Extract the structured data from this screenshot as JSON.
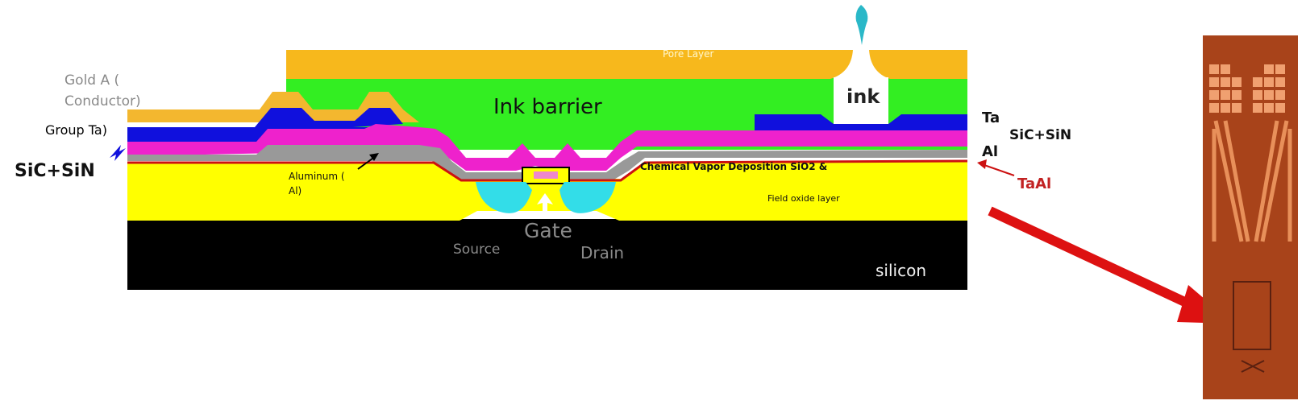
{
  "labels": {
    "gold_a": "Gold A (",
    "conductor": "Conductor)",
    "group_ta": "Group Ta)",
    "sic_sin_left": "SiC+SiN",
    "pore_layer": "Pore Layer",
    "ink_barrier": "Ink barrier",
    "ink": "ink",
    "aluminum_1": "Aluminum (",
    "aluminum_2": "Al)",
    "cvd": "Chemical Vapor Deposition SiO2 &",
    "field_oxide": "Field oxide layer",
    "gate": "Gate",
    "source": "Source",
    "drain": "Drain",
    "silicon": "silicon",
    "ta": "Ta",
    "sic_sin_right": "SiC+SiN",
    "al": "Al",
    "taal": "TaAl"
  },
  "colors": {
    "silicon": "#000000",
    "field_oxide": "#ffff00",
    "ink_barrier": "#33ee22",
    "pore_layer": "#f7b81c",
    "gold": "#f3b72f",
    "tantalum": "#1010dd",
    "sic_sin": "#ee22cc",
    "aluminum": "#999999",
    "taal": "#cc1111",
    "source_drain": "#33dde8",
    "ink_drop": "#2ab8c8",
    "arrow": "#dd1111",
    "chip": "#a8431a"
  }
}
